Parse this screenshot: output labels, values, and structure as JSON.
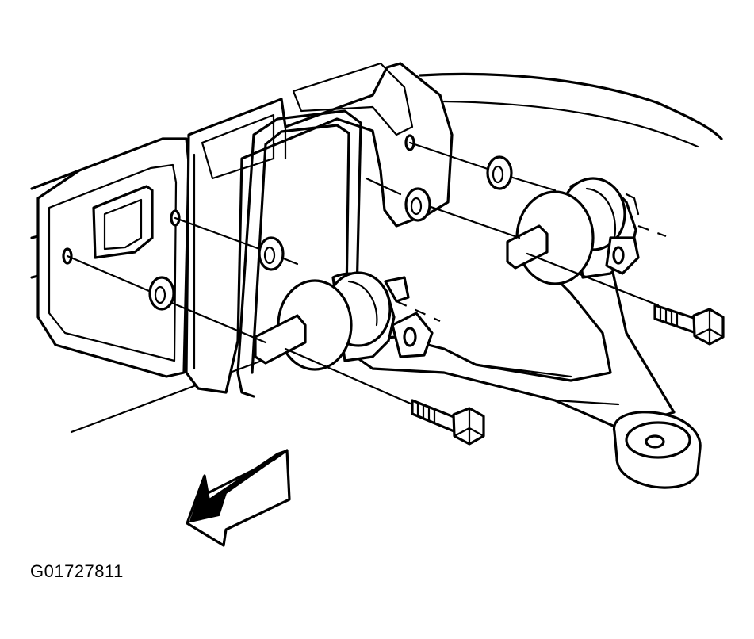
{
  "figure": {
    "id_label": "G01727811",
    "parts": [
      "frame-bracket",
      "crossmember-bracket",
      "front-bushing",
      "rear-bushing",
      "front-bolt",
      "rear-bolt",
      "washers",
      "control-arm",
      "ball-joint-eye",
      "front-direction-arrow"
    ]
  }
}
